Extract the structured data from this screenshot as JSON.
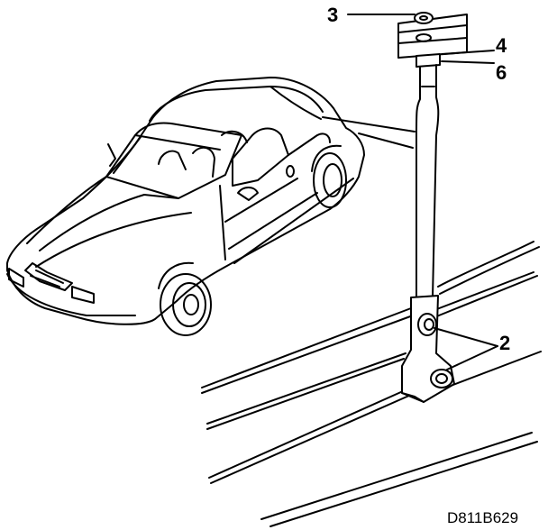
{
  "callouts": {
    "label_3": "3",
    "label_4": "4",
    "label_6": "6",
    "label_2": "2"
  },
  "figure_code": "D811B629",
  "colors": {
    "ink": "#000000",
    "paper": "#ffffff"
  }
}
